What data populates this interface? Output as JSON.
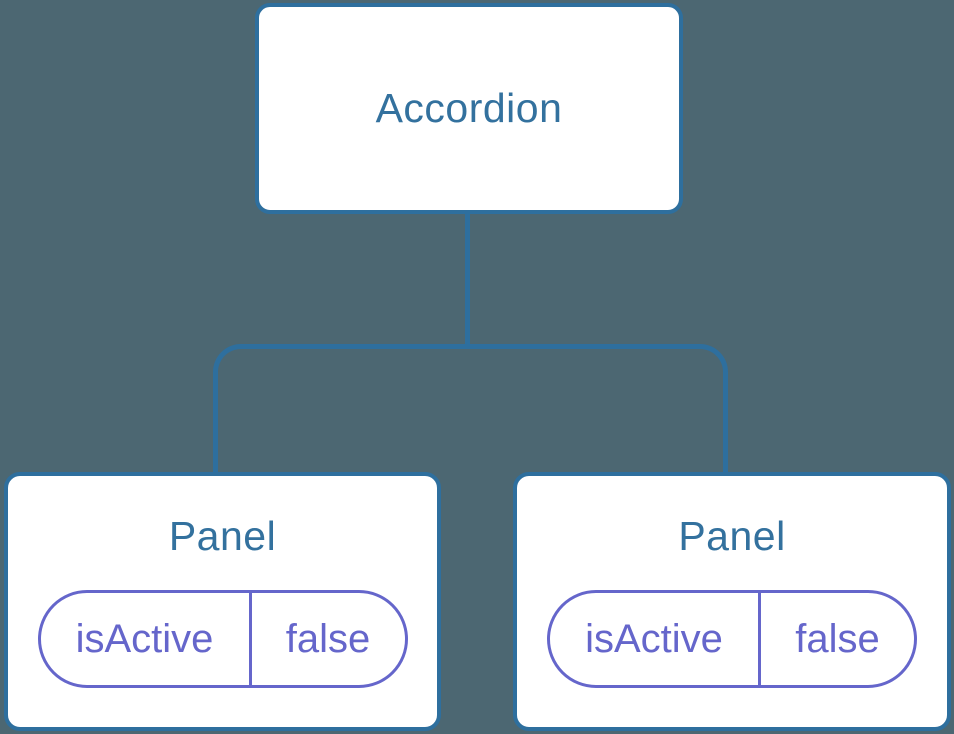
{
  "diagram": {
    "root": {
      "label": "Accordion"
    },
    "children": [
      {
        "label": "Panel",
        "state": {
          "name": "isActive",
          "value": "false"
        }
      },
      {
        "label": "Panel",
        "state": {
          "name": "isActive",
          "value": "false"
        }
      }
    ]
  },
  "colors": {
    "background": "#4C6772",
    "node_fill": "#FFFFFF",
    "node_border": "#2E6F9E",
    "node_label": "#33719E",
    "connector": "#2E6F9E",
    "state_accent": "#6566CB"
  }
}
